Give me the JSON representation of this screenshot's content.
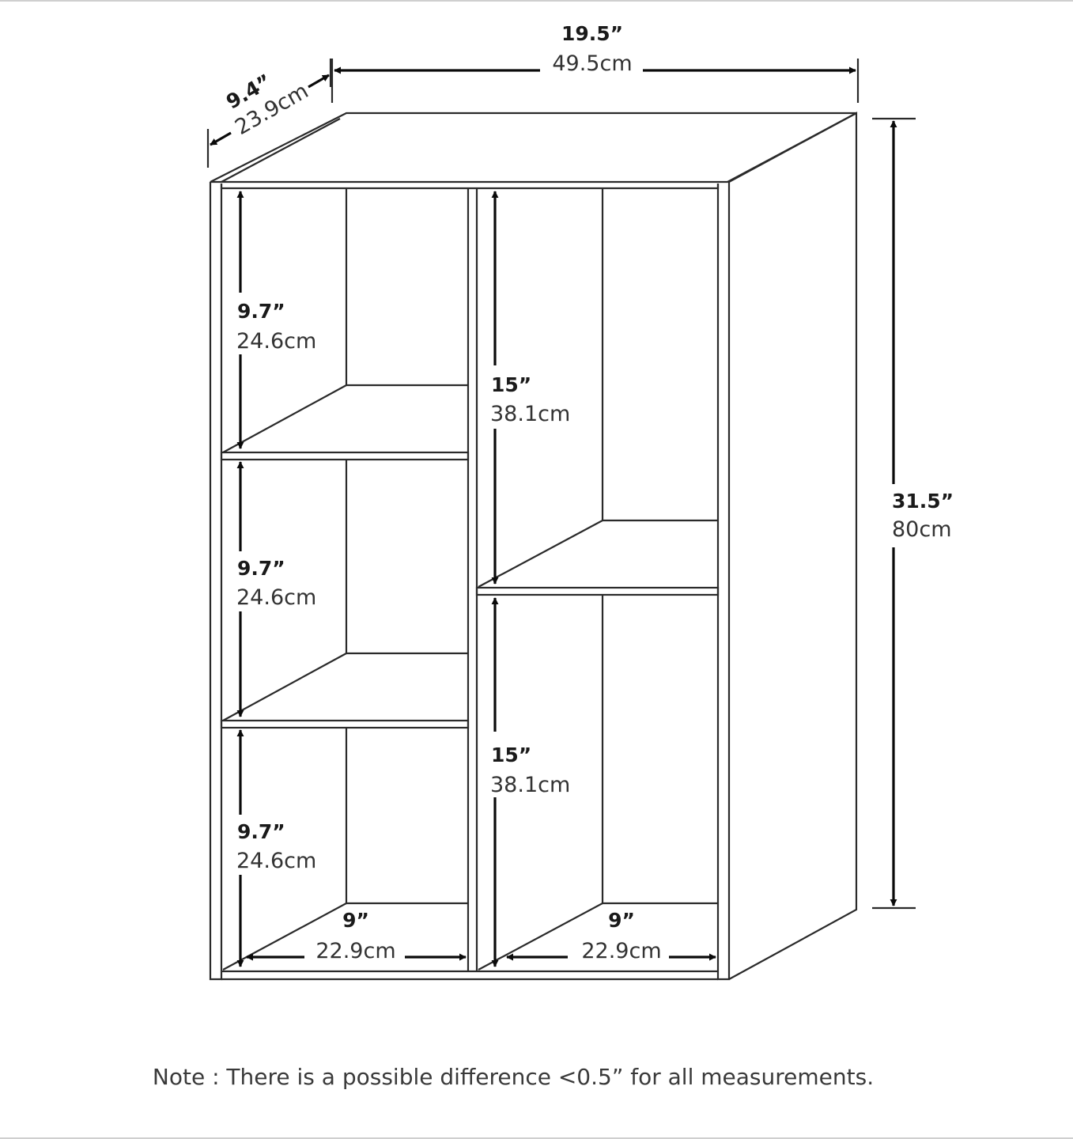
{
  "dimensions": {
    "depth": {
      "inch": "9.4”",
      "cm": "23.9cm"
    },
    "width": {
      "inch": "19.5”",
      "cm": "49.5cm"
    },
    "height": {
      "inch": "31.5”",
      "cm": "80cm"
    },
    "left_cubby_1": {
      "inch": "9.7”",
      "cm": "24.6cm"
    },
    "left_cubby_2": {
      "inch": "9.7”",
      "cm": "24.6cm"
    },
    "left_cubby_3": {
      "inch": "9.7”",
      "cm": "24.6cm"
    },
    "right_cubby_1": {
      "inch": "15”",
      "cm": "38.1cm"
    },
    "right_cubby_2": {
      "inch": "15”",
      "cm": "38.1cm"
    },
    "left_inner_width": {
      "inch": "9”",
      "cm": "22.9cm"
    },
    "right_inner_width": {
      "inch": "9”",
      "cm": "22.9cm"
    }
  },
  "note": "Note : There is a possible difference <0.5” for all measurements."
}
